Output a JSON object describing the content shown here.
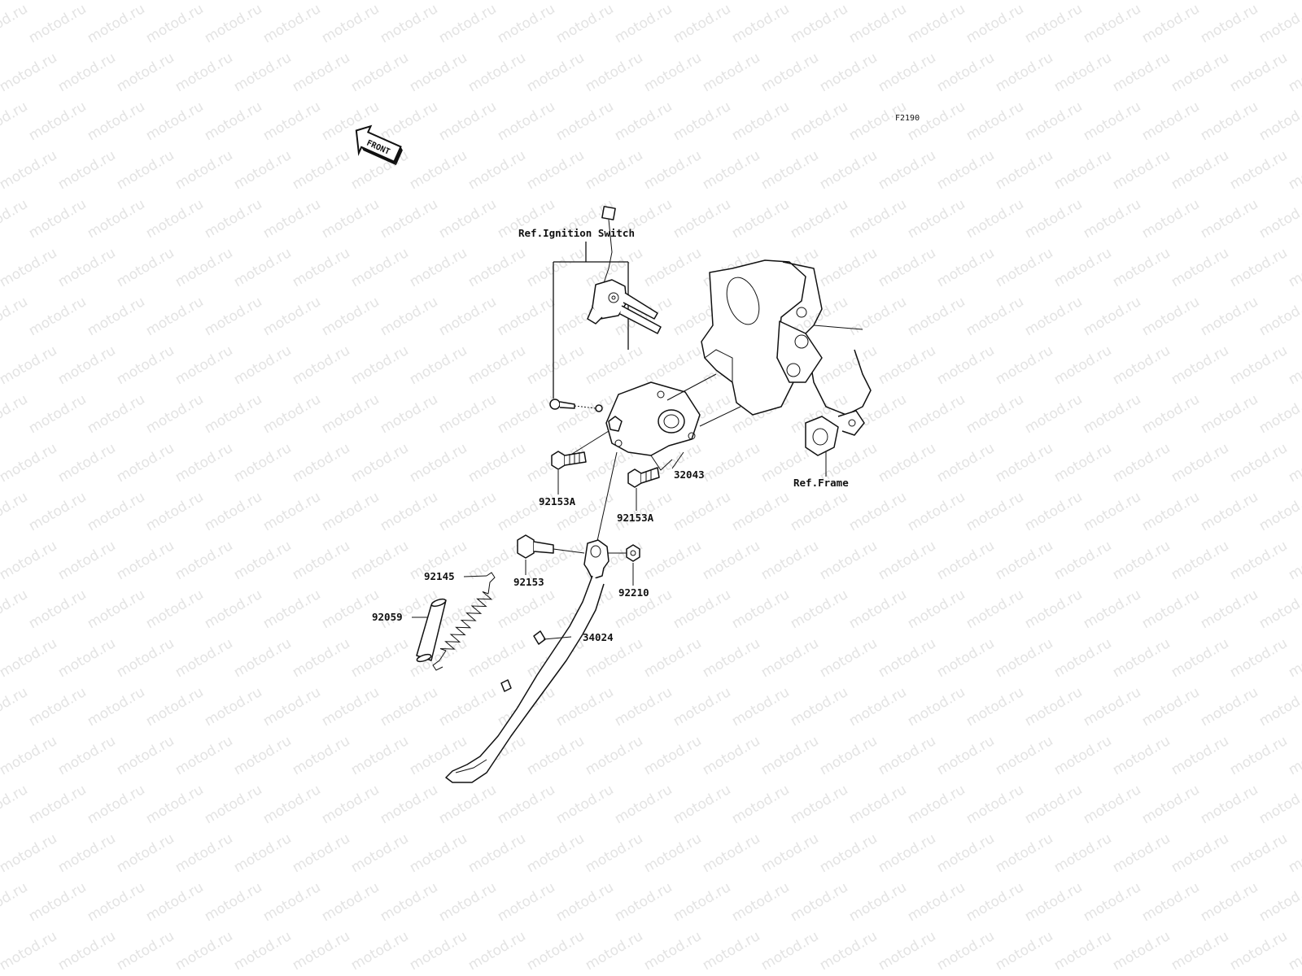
{
  "watermark": {
    "text": "motod.ru"
  },
  "diagram_code": "F2190",
  "front_arrow": {
    "label": "FRONT",
    "icon": "front-arrow-icon"
  },
  "refs": {
    "ignition_switch": "Ref.Ignition Switch",
    "frame": "Ref.Frame"
  },
  "parts": {
    "p32043": "32043",
    "p92153A_left": "92153A",
    "p92153A_right": "92153A",
    "p92153": "92153",
    "p92210": "92210",
    "p92145": "92145",
    "p92059": "92059",
    "p34024": "34024"
  }
}
